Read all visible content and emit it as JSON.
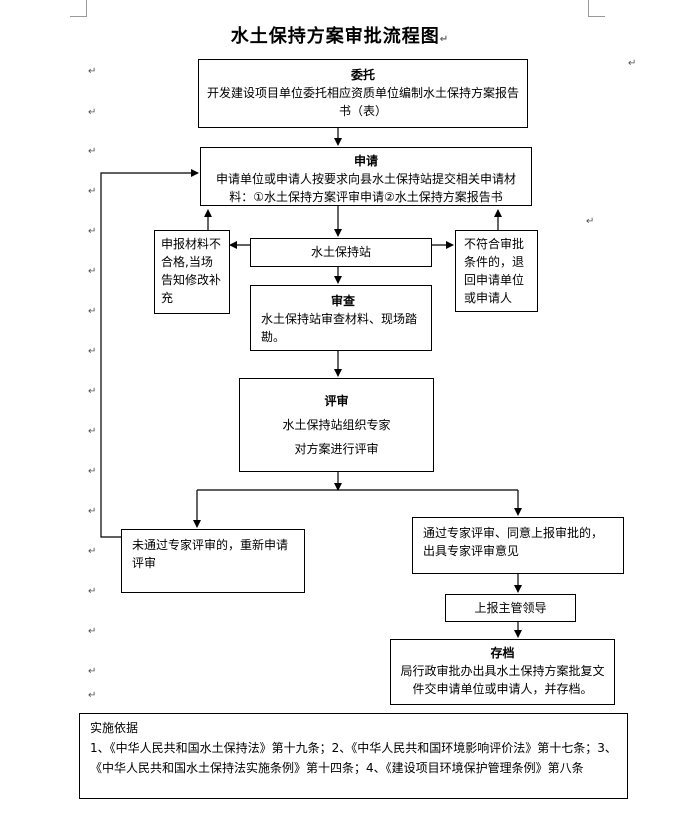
{
  "title": "水土保持方案审批流程图",
  "nodes": {
    "entrust": {
      "heading": "委托",
      "body": "开发建设项目单位委托相应资质单位编制水土保持方案报告书（表）"
    },
    "apply": {
      "heading": "申请",
      "body": "申请单位或申请人按要求向县水土保持站提交相关申请材料：①水土保持方案评审申请②水土保持方案报告书"
    },
    "station": {
      "label": "水土保持站"
    },
    "left_reject": {
      "body": "申报材料不合格,当场告知修改补充"
    },
    "right_reject": {
      "body": "不符合审批条件的，退回申请单位或申请人"
    },
    "review": {
      "heading": "审查",
      "body": "水土保持站审查材料、现场踏勘。"
    },
    "evaluate": {
      "heading": "评审",
      "line1": "水土保持站组织专家",
      "line2": "对方案进行评审"
    },
    "fail": {
      "body": "未通过专家评审的，重新申请评审"
    },
    "pass": {
      "body": "通过专家评审、同意上报审批的，出具专家评审意见"
    },
    "report": {
      "label": "上报主管领导"
    },
    "archive": {
      "heading": "存档",
      "body": "局行政审批办出具水土保持方案批复文件交申请单位或申请人，并存档。"
    }
  },
  "basis": {
    "heading": "实施依据",
    "body": "1、《中华人民共和国水土保持法》第十九条；2、《中华人民共和国环境影响评价法》第十七条；3、《中华人民共和国水土保持法实施条例》第十四条；4、《建设项目环境保护管理条例》第八条"
  },
  "marks": {
    "return": "↵"
  }
}
